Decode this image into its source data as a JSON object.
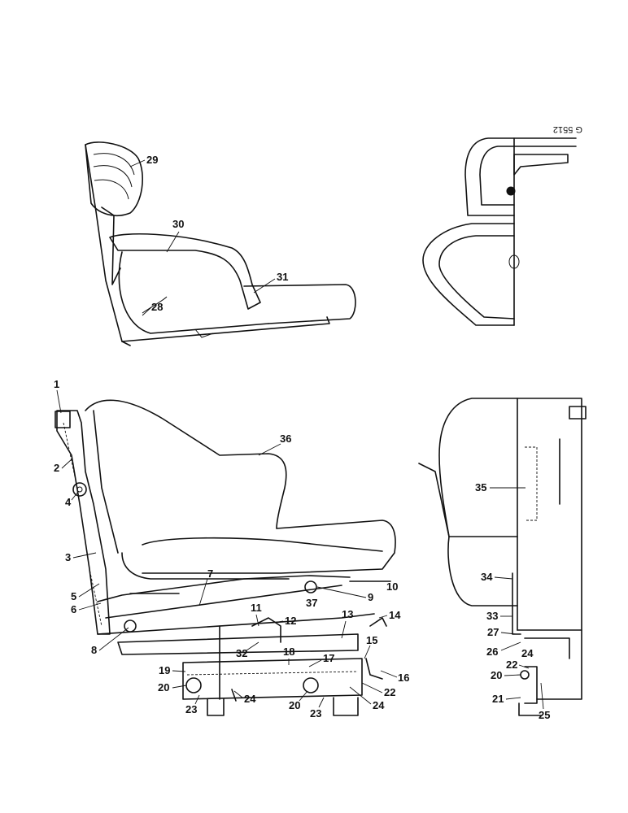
{
  "drawing_code": "G 5512",
  "callouts": [
    "1",
    "2",
    "3",
    "4",
    "5",
    "6",
    "7",
    "8",
    "9",
    "10",
    "11",
    "12",
    "13",
    "14",
    "15",
    "16",
    "17",
    "18",
    "19",
    "20",
    "20",
    "20",
    "21",
    "22",
    "22",
    "23",
    "23",
    "24",
    "24",
    "24",
    "25",
    "26",
    "27",
    "28",
    "29",
    "30",
    "31",
    "32",
    "33",
    "34",
    "35",
    "36",
    "37"
  ]
}
